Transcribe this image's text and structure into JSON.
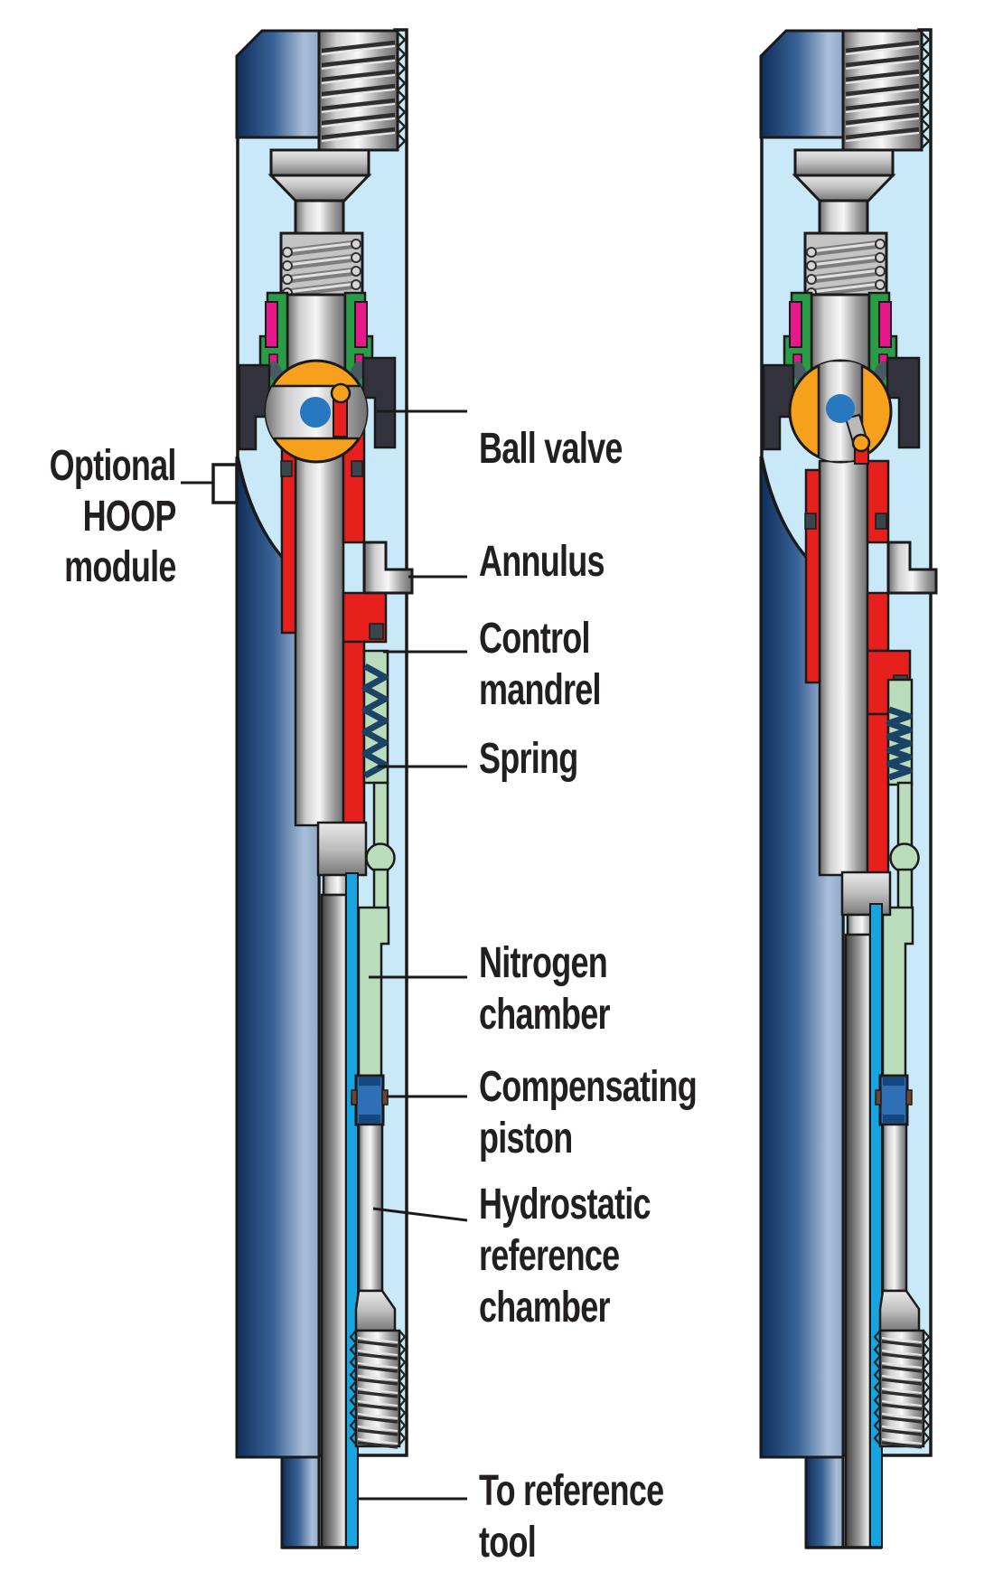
{
  "labels": {
    "optional_hoop_module": "Optional\nHOOP\nmodule",
    "ball_valve": "Ball valve",
    "annulus": "Annulus",
    "control_mandrel": "Control\nmandrel",
    "spring": "Spring",
    "nitrogen_chamber": "Nitrogen\nchamber",
    "compensating_piston": "Compensating\npiston",
    "hydrostatic_reference_chamber": "Hydrostatic\nreference\nchamber",
    "to_reference_tool": "To reference\ntool"
  },
  "colors": {
    "outline": "#1a1a1a",
    "label_text": "#231f20",
    "fluid": "#c9e8f8",
    "navy_dark": "#0e2e5a",
    "navy_mid": "#3a6397",
    "navy_light": "#aabfd9",
    "red": "#e8201d",
    "green": "#2a9c48",
    "magenta": "#e8188c",
    "orange": "#f6a01c",
    "bore_blue": "#2878bf",
    "cyan": "#18a4e0",
    "pale_green": "#b9ddba",
    "spring_navy": "#1c4366",
    "housing_dark": "#32323c",
    "piston_blue": "#2f6fb5"
  }
}
